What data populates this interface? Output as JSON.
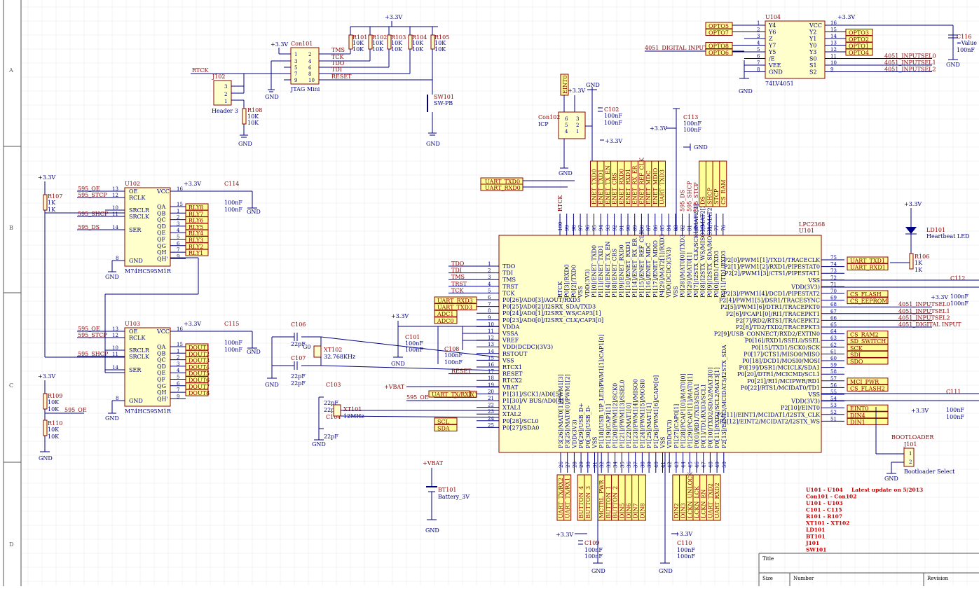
{
  "border": {
    "rows": [
      "A",
      "B",
      "C",
      "D"
    ]
  },
  "power": {
    "v33": "+3.3V",
    "vbat": "+VBAT",
    "gnd": "GND"
  },
  "jtag": {
    "ref": "Con101",
    "name": "JTAG Mini",
    "pins": [
      "1",
      "2",
      "3",
      "4",
      "5",
      "6",
      "7",
      "8",
      "9",
      "10"
    ],
    "signals": [
      "TMS",
      "TCK",
      "TDO",
      "TDI",
      "RESET"
    ],
    "pullups": [
      {
        "ref": "R101",
        "val": "10K"
      },
      {
        "ref": "R102",
        "val": "10K"
      },
      {
        "ref": "R103",
        "val": "10K"
      },
      {
        "ref": "R104",
        "val": "10K"
      },
      {
        "ref": "R105",
        "val": "10K"
      }
    ],
    "rtck": "RTCK"
  },
  "header3": {
    "ref": "J102",
    "name": "Header 3",
    "pins": [
      "3",
      "2",
      "1"
    ]
  },
  "r108": {
    "ref": "R108",
    "val": "10K"
  },
  "sw101": {
    "ref": "SW101",
    "name": "SW-PB"
  },
  "icp": {
    "ref": "Con102",
    "name": "ICP",
    "pins": [
      "6",
      "5",
      "4",
      "3",
      "2",
      "1"
    ],
    "net": "EINT0"
  },
  "c102": {
    "ref": "C102",
    "val": "100nF"
  },
  "c113": {
    "ref": "C113",
    "val": "100nF"
  },
  "mux": {
    "ref": "U104",
    "name": "74LV4051",
    "left_pins": [
      {
        "n": "1",
        "name": "Y4",
        "net": "OPTO5"
      },
      {
        "n": "2",
        "name": "Y6",
        "net": "OPTO7"
      },
      {
        "n": "3",
        "name": "Z",
        "net": "4051_DIGITAL INPUT"
      },
      {
        "n": "4",
        "name": "Y7",
        "net": "OPTO8"
      },
      {
        "n": "5",
        "name": "Y5",
        "net": "OPTO6"
      },
      {
        "n": "6",
        "name": "/E",
        "net": ""
      },
      {
        "n": "7",
        "name": "VEE",
        "net": ""
      },
      {
        "n": "8",
        "name": "GND",
        "net": ""
      }
    ],
    "right_pins": [
      {
        "n": "16",
        "name": "VCC",
        "net": ""
      },
      {
        "n": "15",
        "name": "Y2",
        "net": "OPTO3"
      },
      {
        "n": "14",
        "name": "Y1",
        "net": "OPTO2"
      },
      {
        "n": "13",
        "name": "Y0",
        "net": "OPTO1"
      },
      {
        "n": "12",
        "name": "Y3",
        "net": "OPTO4"
      },
      {
        "n": "11",
        "name": "S0",
        "net": "4051_INPUTSEL0"
      },
      {
        "n": "10",
        "name": "S1",
        "net": "4051_INPUTSEL1"
      },
      {
        "n": "9",
        "name": "S2",
        "net": "4051_INPUTSEL2"
      }
    ]
  },
  "c116": {
    "ref": "C116",
    "val": "=Value",
    "val2": "100nF"
  },
  "u102": {
    "ref": "U102",
    "name": "M74HC595M1R",
    "left": [
      {
        "n": "13",
        "name": "OE",
        "net": "595_OE"
      },
      {
        "n": "12",
        "name": "RCLK",
        "net": "595_STCP"
      },
      {
        "n": "10",
        "name": "SRCLR",
        "net": ""
      },
      {
        "n": "11",
        "name": "SRCLK",
        "net": "595_SHCP"
      },
      {
        "n": "14",
        "name": "SER",
        "net": "595_DS"
      },
      {
        "n": "8",
        "name": "GND",
        "net": ""
      }
    ],
    "right": [
      {
        "n": "16",
        "name": "VCC",
        "net": ""
      },
      {
        "n": "15",
        "name": "QA",
        "net": "RLY8"
      },
      {
        "n": "1",
        "name": "QB",
        "net": "RLY7"
      },
      {
        "n": "2",
        "name": "QC",
        "net": "RLY6"
      },
      {
        "n": "3",
        "name": "QD",
        "net": "RLY5"
      },
      {
        "n": "4",
        "name": "QE",
        "net": "RLY4"
      },
      {
        "n": "5",
        "name": "QF",
        "net": "RLY3"
      },
      {
        "n": "6",
        "name": "QG",
        "net": "RLY2"
      },
      {
        "n": "7",
        "name": "QH",
        "net": "RLY1"
      },
      {
        "n": "9",
        "name": "QH'",
        "net": ""
      }
    ]
  },
  "u103": {
    "ref": "U103",
    "name": "M74HC595M1R",
    "left": [
      {
        "n": "13",
        "name": "OE",
        "net": "595_OE"
      },
      {
        "n": "12",
        "name": "RCLK",
        "net": "595_STCP"
      },
      {
        "n": "10",
        "name": "SRCLR",
        "net": ""
      },
      {
        "n": "11",
        "name": "SRCLK",
        "net": "595_SHCP"
      },
      {
        "n": "14",
        "name": "SER",
        "net": ""
      },
      {
        "n": "8",
        "name": "GND",
        "net": ""
      }
    ],
    "right": [
      {
        "n": "16",
        "name": "VCC",
        "net": ""
      },
      {
        "n": "15",
        "name": "QA",
        "net": "DOUT1"
      },
      {
        "n": "1",
        "name": "QB",
        "net": "DOUT2"
      },
      {
        "n": "2",
        "name": "QC",
        "net": "DOUT3"
      },
      {
        "n": "3",
        "name": "QD",
        "net": "DOUT4"
      },
      {
        "n": "4",
        "name": "QE",
        "net": "DOUT5"
      },
      {
        "n": "5",
        "name": "QF",
        "net": "DOUT6"
      },
      {
        "n": "6",
        "name": "QG",
        "net": "DOUT7"
      },
      {
        "n": "7",
        "name": "QH",
        "net": "DOUT8"
      },
      {
        "n": "9",
        "name": "QH'",
        "net": ""
      }
    ]
  },
  "c114": {
    "ref": "C114",
    "val": "100nF"
  },
  "c115": {
    "ref": "C115",
    "val": "100nF"
  },
  "r107": {
    "ref": "R107",
    "val": "1K"
  },
  "r109": {
    "ref": "R109",
    "val": "10K"
  },
  "r110": {
    "ref": "R110",
    "val": "10K"
  },
  "net595oe": "595_OE",
  "mcu": {
    "ref": "U101",
    "name": "LPC2368",
    "left": [
      {
        "n": "1",
        "name": "TDO",
        "net": "TDO"
      },
      {
        "n": "2",
        "name": "TDI",
        "net": "TDI"
      },
      {
        "n": "3",
        "name": "TMS",
        "net": "TMS"
      },
      {
        "n": "4",
        "name": "TRST",
        "net": "TRST"
      },
      {
        "n": "5",
        "name": "TCK",
        "net": "TCK"
      },
      {
        "n": "6",
        "name": "P0[26]/AD0[3]/AOUT/RXD3",
        "net": "UART_RXD3"
      },
      {
        "n": "7",
        "name": "P0[25]/AD0[2]/I2SRX_SDA/TXD3",
        "net": "UART_TXD3"
      },
      {
        "n": "8",
        "name": "P0[24]/AD0[1]/I2SRX_WS/CAP3[1]",
        "net": "ADC1"
      },
      {
        "n": "9",
        "name": "P0[23]/AD0[0]/I2SRX_CLK/CAP3[0]",
        "net": "ADC0"
      },
      {
        "n": "10",
        "name": "VDDA",
        "net": ""
      },
      {
        "n": "11",
        "name": "VSSA",
        "net": ""
      },
      {
        "n": "12",
        "name": "VREF",
        "net": ""
      },
      {
        "n": "13",
        "name": "VDD(DCDC)(3V3)",
        "net": ""
      },
      {
        "n": "14",
        "name": "RSTOUT",
        "net": ""
      },
      {
        "n": "15",
        "name": "VSS",
        "net": ""
      },
      {
        "n": "16",
        "name": "RTCX1",
        "net": ""
      },
      {
        "n": "17",
        "name": "RESET",
        "net": "RESET"
      },
      {
        "n": "18",
        "name": "RTCX2",
        "net": ""
      },
      {
        "n": "19",
        "name": "VBAT",
        "net": ""
      },
      {
        "n": "20",
        "name": "P1[31]/SCK1/AD0[5]",
        "net": "UART_TX/RX1"
      },
      {
        "n": "21",
        "name": "P1[30]/V BUS/AD0[4]",
        "net": "595_OE"
      },
      {
        "n": "22",
        "name": "XTAL1",
        "net": ""
      },
      {
        "n": "23",
        "name": "XTAL2",
        "net": ""
      },
      {
        "n": "24",
        "name": "P0[28]/SCL0",
        "net": "SCL"
      },
      {
        "n": "25",
        "name": "P0[27]/SDA0",
        "net": "SDA"
      }
    ],
    "right": [
      {
        "n": "75",
        "name": "P2[0]/PWM1[1]/TXD1/TRACECLK",
        "net": "UART_TXD1"
      },
      {
        "n": "74",
        "name": "P2[1]/PWM1[2]/RXD1/PIPESTAT0",
        "net": "UART_RXD1"
      },
      {
        "n": "73",
        "name": "P2[2]/PWM1[3]/CTS1/PIPESTAT1",
        "net": ""
      },
      {
        "n": "72",
        "name": "VSS",
        "net": ""
      },
      {
        "n": "71",
        "name": "VDD(3V3)",
        "net": ""
      },
      {
        "n": "70",
        "name": "P2[3]/PWM1[4]/DCD1/PIPESTAT2",
        "net": "CS_FLASH"
      },
      {
        "n": "69",
        "name": "P2[4]/PWM1[5]/DSR1/TRACESYNC",
        "net": "CS_EEPROM"
      },
      {
        "n": "68",
        "name": "P2[5]/PWM1[6]/DTR1/TRACEPKT0",
        "net": "4051_INPUTSEL0"
      },
      {
        "n": "67",
        "name": "P2[6]/PCAP1[0]/RI1/TRACEPKT1",
        "net": "4051_INPUTSEL1"
      },
      {
        "n": "66",
        "name": "P2[7]/RD2/RTS1/TRACEPKT2",
        "net": "4051_INPUTSEL2"
      },
      {
        "n": "65",
        "name": "P2[8]/TD2/TXD2/TRACEPKT3",
        "net": "4051_DIGITAL INPUT"
      },
      {
        "n": "64",
        "name": "P2[9]/USB_CONNECT/RXD2/EXTIN0",
        "net": "CS_RAM2"
      },
      {
        "n": "63",
        "name": "P0[16]/RXD1/SSEL0/SSEL",
        "net": "SD_SWITCH"
      },
      {
        "n": "62",
        "name": "P0[15]/TXD1/SCK0/SCK",
        "net": "SCK"
      },
      {
        "n": "61",
        "name": "P0[17]/CTS1/MISO0/MISO",
        "net": "SDI"
      },
      {
        "n": "60",
        "name": "P0[18]/DCD1/MOSI0/MOSI",
        "net": "SDO"
      },
      {
        "n": "59",
        "name": "P0[19]/DSR1/MCICLK/SDA1",
        "net": ""
      },
      {
        "n": "58",
        "name": "P0[20]/DTR1/MCICMD/SCL1",
        "net": ""
      },
      {
        "n": "57",
        "name": "P0[21]/RI1/MCIPWR/RD1",
        "net": "MCI_PWR"
      },
      {
        "n": "56",
        "name": "P0[22]/RTS1/MCIDAT0/TD1",
        "net": "CS_FLASH2"
      },
      {
        "n": "55",
        "name": "VSS",
        "net": ""
      },
      {
        "n": "54",
        "name": "VDD(3V3)",
        "net": ""
      },
      {
        "n": "53",
        "name": "P2[10]/EINT0",
        "net": "EINT0"
      },
      {
        "n": "52",
        "name": "P2[11]/EINT1/MCIDAT1/I2STX_CLK",
        "net": "DIN4"
      },
      {
        "n": "51",
        "name": "P2[12]/EINT2/MCIDAT2/I2STX_WS",
        "net": "DIN1"
      }
    ],
    "top": [
      {
        "n": "100",
        "name": "RTCK",
        "net": "RTCK"
      },
      {
        "n": "99",
        "name": "P0[3]/RXD0",
        "net": ""
      },
      {
        "n": "98",
        "name": "P0[2]/TXD0",
        "net": ""
      },
      {
        "n": "97",
        "name": "VSS",
        "net": ""
      },
      {
        "n": "96",
        "name": "VDD(3V3)",
        "net": ""
      },
      {
        "n": "95",
        "name": "P1[0]/ENET_TXD0",
        "net": "ENET_TXD0"
      },
      {
        "n": "94",
        "name": "P1[1]/ENET_TXD1",
        "net": "ENET_TXD1"
      },
      {
        "n": "93",
        "name": "P1[4]/ENET_TX_EN",
        "net": "ENET_TX_EN"
      },
      {
        "n": "92",
        "name": "P1[8]/ENET_CRS",
        "net": "ENET_CRS"
      },
      {
        "n": "91",
        "name": "P1[9]/ENET_RXD0",
        "net": "ENET_RXD0"
      },
      {
        "n": "90",
        "name": "P1[10]/ENET_RXD1",
        "net": "ENET_RXD1"
      },
      {
        "n": "89",
        "name": "P1[14]/ENET_RX_ER",
        "net": "ENET_RX_ER"
      },
      {
        "n": "88",
        "name": "P1[15]/ENET_REF_CLK",
        "net": "ENET_REF_CLK"
      },
      {
        "n": "87",
        "name": "P1[16]/ENET_MDC",
        "net": "ENET_MDC"
      },
      {
        "n": "86",
        "name": "P1[17]/ENET_MDIO",
        "net": "ENET_MDIO"
      },
      {
        "n": "85",
        "name": "P4[29]/MAT2[1]/RXD3",
        "net": "UART_TXD3"
      },
      {
        "n": "84",
        "name": "VDD(DCDC)(3V3)",
        "net": ""
      },
      {
        "n": "83",
        "name": "VSS",
        "net": ""
      },
      {
        "n": "82",
        "name": "P0[28]/MAT0[0]/TXD3",
        "net": "595_DS"
      },
      {
        "n": "81",
        "name": "P0[29]/MAT0[1]",
        "net": "595_SHCP"
      },
      {
        "n": "80",
        "name": "P0[7]/I2STX_CLK/SCK1/MAT2[1]",
        "net": "595_STCP"
      },
      {
        "n": "79",
        "name": "P0[8]/I2STX_WS/MISO1/MAT2[2]",
        "net": "DS"
      },
      {
        "n": "78",
        "name": "P0[9]/I2STX_SDA/MOSI1/MAT2[3]",
        "net": "SHCP"
      },
      {
        "n": "77",
        "name": "P0[0]/RD1/TXD3",
        "net": "STCP"
      },
      {
        "n": "76",
        "name": "P0[1]/TD1/RXD3",
        "net": "CS_RAM"
      }
    ],
    "bottom": [
      {
        "n": "26",
        "name": "P3[26]/MAT0[1]/PWM1[3]",
        "net": "UART_TX/RX2"
      },
      {
        "n": "27",
        "name": "P3[25]/MAT0[0]/PWM1[2]",
        "net": "UART_TX/RX1"
      },
      {
        "n": "28",
        "name": "VDD(3V3)",
        "net": ""
      },
      {
        "n": "29",
        "name": "P0[29]/USB_D+",
        "net": "BUTTON_4"
      },
      {
        "n": "30",
        "name": "P0[30]/USB_D-",
        "net": "BUTTON_3"
      },
      {
        "n": "31",
        "name": "VSS",
        "net": ""
      },
      {
        "n": "32",
        "name": "P1[18]/USB_UP_LED/PWM1[1]/CAP1[0]",
        "net": "MCTRL_PWR"
      },
      {
        "n": "33",
        "name": "P1[19]/CAP1[1]",
        "net": "BUTTON_1"
      },
      {
        "n": "34",
        "name": "P1[20]/PWM1[2]/SCK0",
        "net": "BUTTON_2"
      },
      {
        "n": "35",
        "name": "P1[21]/PWM1[3]/SSEL0",
        "net": "DIN5"
      },
      {
        "n": "36",
        "name": "P1[22]/MAT1[0]",
        "net": "DIN6"
      },
      {
        "n": "37",
        "name": "P1[23]/PWM1[4]/MISO0",
        "net": "DIN7"
      },
      {
        "n": "38",
        "name": "P1[24]/PWM1[5]/MOSI0",
        "net": "DIN8"
      },
      {
        "n": "39",
        "name": "P1[25]/MAT1[1]",
        "net": ""
      },
      {
        "n": "40",
        "name": "P1[26]/PWM1[6]/CAP0[0]",
        "net": ""
      },
      {
        "n": "41",
        "name": "VSS",
        "net": ""
      },
      {
        "n": "42",
        "name": "VDD(3V3)",
        "net": ""
      },
      {
        "n": "43",
        "name": "P1[27]/CAP0[1]",
        "net": "DIN2"
      },
      {
        "n": "44",
        "name": "P1[28]/PCAP1[0]/MAT0[0]",
        "net": "DIN3"
      },
      {
        "n": "45",
        "name": "P1[29]/PCAP1[1]/MAT0[1]",
        "net": "LCKN_UNLOCK"
      },
      {
        "n": "46",
        "name": "P0[0]/RD1/TXD3/SDA1",
        "net": "LCKN_LCK"
      },
      {
        "n": "47",
        "name": "P0[1]/TD1/RXD3/SCL1",
        "net": "LCKN_EN"
      },
      {
        "n": "48",
        "name": "P0[10]/TXD2/SDA2/MAT3[0]",
        "net": "UART_TXD2"
      },
      {
        "n": "49",
        "name": "P0[11]/RXD2/SCL2/MAT3[1]",
        "net": "UART_RXD2"
      },
      {
        "n": "50",
        "name": "P2[13]/EINT3/MCIDAT3/I2STX_SDA",
        "net": ""
      }
    ]
  },
  "uart0": {
    "tx": "UART_TXD0",
    "rx": "UART_RXD0"
  },
  "c101": {
    "ref": "C101",
    "val": "100nF"
  },
  "c108": {
    "ref": "C108",
    "val": "100nF"
  },
  "c106": {
    "ref": "C106",
    "val": "22pF"
  },
  "c107": {
    "ref": "C107",
    "val": "22pF"
  },
  "c103": {
    "ref": "C103",
    "val": "22pF"
  },
  "c104": {
    "ref": "C104",
    "val": "22pF"
  },
  "xt102": {
    "ref": "XT102",
    "val": "32.768KHz",
    "g": "G0"
  },
  "xt101": {
    "ref": "XT101",
    "val": "12MHz"
  },
  "c109": {
    "ref": "C109",
    "val": "100nF"
  },
  "c110": {
    "ref": "C110",
    "val": "100nF"
  },
  "c111": {
    "ref": "C111",
    "val": "100nF"
  },
  "c112": {
    "ref": "C112",
    "val": "100nF"
  },
  "led": {
    "ref": "LD101",
    "name": "Heartbeat LED"
  },
  "r106": {
    "ref": "R106",
    "val": "1K"
  },
  "bootloader": {
    "title": "BOOTLOADER",
    "ref": "J101",
    "name": "Bootloader Select",
    "pins": [
      "1",
      "2"
    ]
  },
  "battery": {
    "ref": "BT101",
    "name": "Battery_3V"
  },
  "notes": {
    "refs": [
      "U101 - U104",
      "Con101 - Con102",
      "U101 - U103",
      "C101 - C115",
      "R101 - R107",
      "XT101 - XT102",
      "LD101",
      "BT101",
      "J101",
      "SW101"
    ],
    "update": "Latest update on 5/2013"
  },
  "titleblock": {
    "title": "Title",
    "size": "Size",
    "number": "Number",
    "revision": "Revision"
  }
}
